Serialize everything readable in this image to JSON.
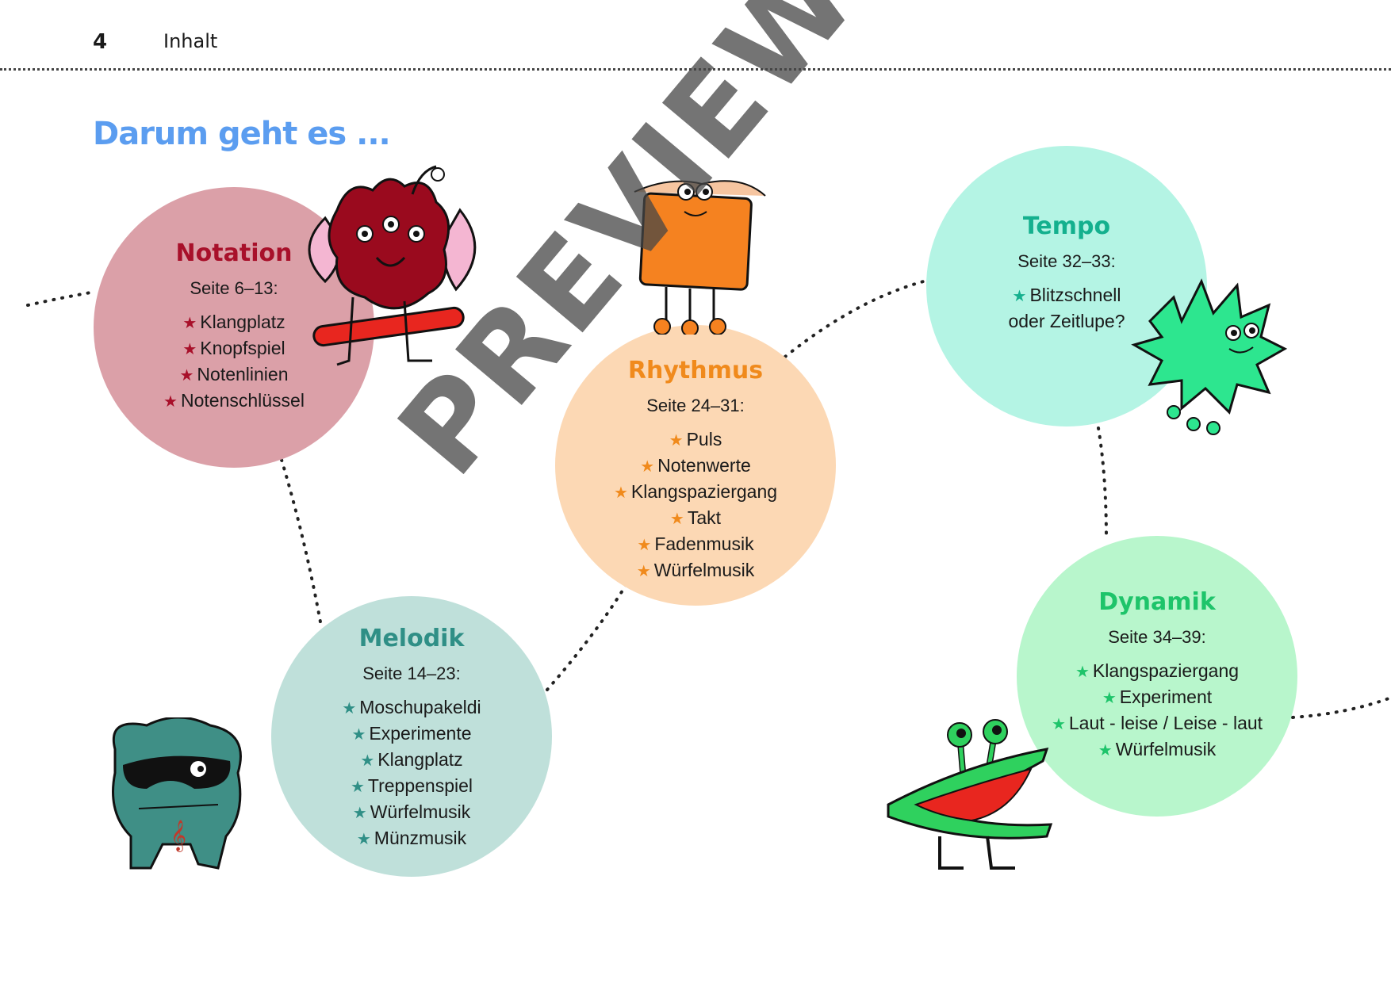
{
  "header": {
    "page_number": "4",
    "running_head": "Inhalt"
  },
  "heading": "Darum geht es ...",
  "star_glyph": "★",
  "topics": [
    {
      "title": "Notation",
      "pages": "Seite 6–13:",
      "color": "#a8102a",
      "bg": "#dba0a8",
      "items": [
        "Klangplatz",
        "Knopfspiel",
        "Notenlinien",
        "Notenschlüssel"
      ]
    },
    {
      "title": "Melodik",
      "pages": "Seite 14–23:",
      "color": "#2f8f86",
      "bg": "#bfe0da",
      "items": [
        "Moschupakeldi",
        "Experimente",
        "Klangplatz",
        "Treppenspiel",
        "Würfelmusik",
        "Münzmusik"
      ]
    },
    {
      "title": "Rhythmus",
      "pages": "Seite 24–31:",
      "color": "#f08a1c",
      "bg": "#fcd8b4",
      "items": [
        "Puls",
        "Notenwerte",
        "Klangspaziergang",
        "Takt",
        "Fadenmusik",
        "Würfelmusik"
      ]
    },
    {
      "title": "Tempo",
      "pages": "Seite 32–33:",
      "color": "#14b08e",
      "bg": "#b4f4e4",
      "items": [
        "Blitzschnell oder Zeitlupe?"
      ]
    },
    {
      "title": "Dynamik",
      "pages": "Seite 34–39:",
      "color": "#1ec46a",
      "bg": "#b8f6cc",
      "items": [
        "Klangspaziergang",
        "Experiment",
        "Laut - leise / Leise - laut",
        "Würfelmusik"
      ]
    }
  ],
  "watermark": "PREVIEW"
}
